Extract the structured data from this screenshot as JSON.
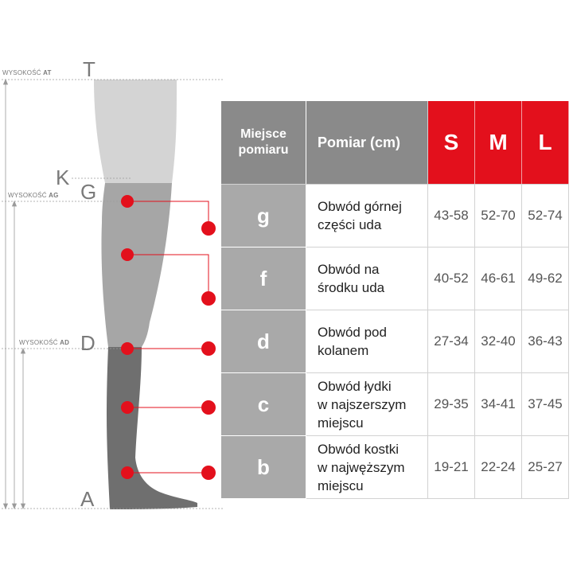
{
  "heights": [
    {
      "id": "at",
      "prefix": "WYSOKOŚĆ ",
      "suffix": "AT"
    },
    {
      "id": "ag",
      "prefix": "WYSOKOŚĆ ",
      "suffix": "AG"
    },
    {
      "id": "ad",
      "prefix": "WYSOKOŚĆ ",
      "suffix": "AD"
    }
  ],
  "points": {
    "T": "T",
    "K": "K",
    "G": "G",
    "D": "D",
    "A": "A"
  },
  "table": {
    "header": {
      "place": "Miejsce\npomiaru",
      "measure": "Pomiar (cm)",
      "sizes": [
        "S",
        "M",
        "L"
      ]
    },
    "rows": [
      {
        "code": "g",
        "desc": "Obwód górnej\nczęści uda",
        "values": [
          "43-58",
          "52-70",
          "52-74"
        ]
      },
      {
        "code": "f",
        "desc": "Obwód na\nśrodku uda",
        "values": [
          "40-52",
          "46-61",
          "49-62"
        ]
      },
      {
        "code": "d",
        "desc": "Obwód pod\nkolanem",
        "values": [
          "27-34",
          "32-40",
          "36-43"
        ]
      },
      {
        "code": "c",
        "desc": "Obwód łydki\nw najszerszym\nmiejscu",
        "values": [
          "29-35",
          "34-41",
          "37-45"
        ]
      },
      {
        "code": "b",
        "desc": "Obwód kostki\nw najwęższym\nmiejscu",
        "values": [
          "19-21",
          "22-24",
          "25-27"
        ]
      }
    ]
  },
  "colors": {
    "accent": "#e3101c",
    "header_gray": "#8a8a8a",
    "code_gray": "#a9a9a9",
    "leg_light": "#d4d4d4",
    "leg_mid": "#a6a6a6",
    "leg_dark": "#6f6f6f"
  }
}
